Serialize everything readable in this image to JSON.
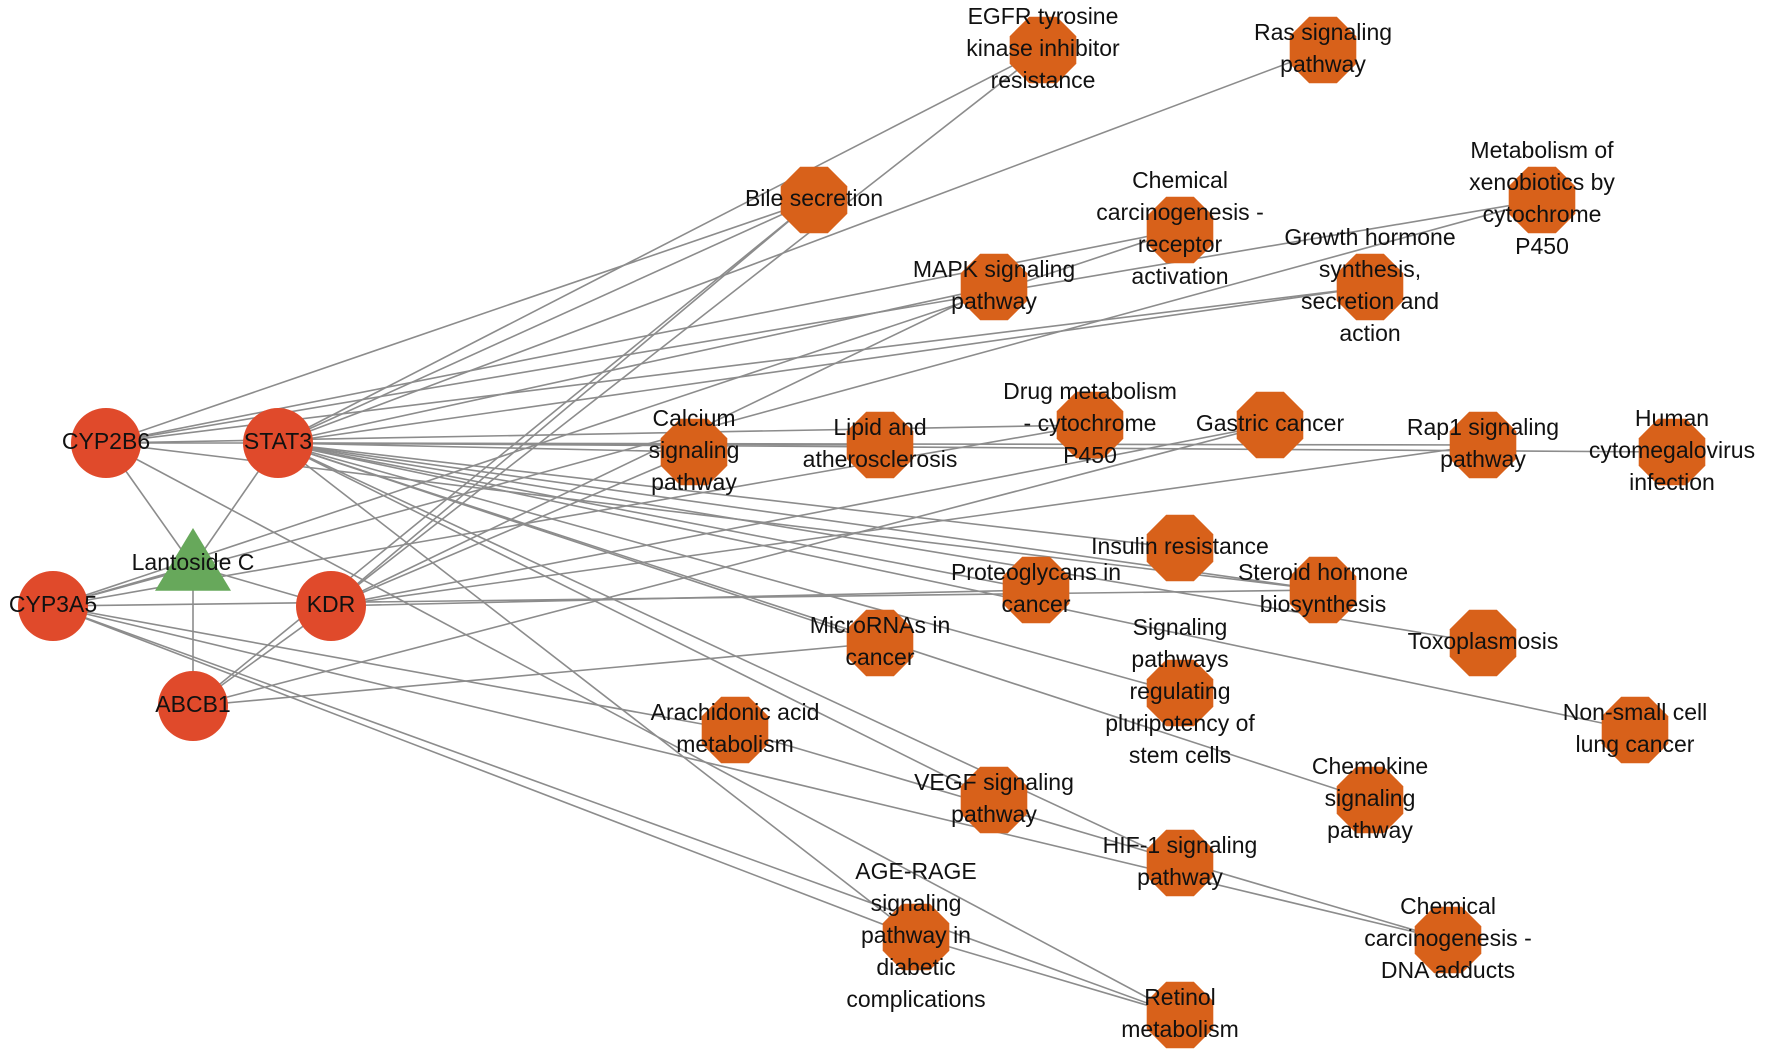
{
  "colors": {
    "target": "#e04a2b",
    "compound": "#67a85b",
    "pathway": "#d8611a",
    "edge": "#8c8c8c"
  },
  "nodes": [
    {
      "id": "cyp2b6",
      "kind": "target",
      "label": [
        "CYP2B6"
      ]
    },
    {
      "id": "stat3",
      "kind": "target",
      "label": [
        "STAT3"
      ]
    },
    {
      "id": "cyp3a5",
      "kind": "target",
      "label": [
        "CYP3A5"
      ]
    },
    {
      "id": "kdr",
      "kind": "target",
      "label": [
        "KDR"
      ]
    },
    {
      "id": "abcb1",
      "kind": "target",
      "label": [
        "ABCB1"
      ]
    },
    {
      "id": "lantoside",
      "kind": "compound",
      "label": [
        "Lantoside C"
      ]
    },
    {
      "id": "egfr",
      "kind": "pathway",
      "label": [
        "EGFR tyrosine",
        "kinase inhibitor",
        "resistance"
      ]
    },
    {
      "id": "ras",
      "kind": "pathway",
      "label": [
        "Ras signaling",
        "pathway"
      ]
    },
    {
      "id": "bile",
      "kind": "pathway",
      "label": [
        "Bile secretion"
      ]
    },
    {
      "id": "chemrec",
      "kind": "pathway",
      "label": [
        "Chemical",
        "carcinogenesis -",
        "receptor",
        "activation"
      ]
    },
    {
      "id": "xeno",
      "kind": "pathway",
      "label": [
        "Metabolism of",
        "xenobiotics by",
        "cytochrome",
        "P450"
      ]
    },
    {
      "id": "mapk",
      "kind": "pathway",
      "label": [
        "MAPK signaling",
        "pathway"
      ]
    },
    {
      "id": "growth",
      "kind": "pathway",
      "label": [
        "Growth hormone",
        "synthesis,",
        "secretion and",
        "action"
      ]
    },
    {
      "id": "drugmet",
      "kind": "pathway",
      "label": [
        "Drug metabolism",
        "- cytochrome",
        "P450"
      ]
    },
    {
      "id": "gastric",
      "kind": "pathway",
      "label": [
        "Gastric cancer"
      ]
    },
    {
      "id": "calcium",
      "kind": "pathway",
      "label": [
        "Calcium",
        "signaling",
        "pathway"
      ]
    },
    {
      "id": "lipid",
      "kind": "pathway",
      "label": [
        "Lipid and",
        "atherosclerosis"
      ]
    },
    {
      "id": "rap1",
      "kind": "pathway",
      "label": [
        "Rap1 signaling",
        "pathway"
      ]
    },
    {
      "id": "hcmv",
      "kind": "pathway",
      "label": [
        "Human",
        "cytomegalovirus",
        "infection"
      ]
    },
    {
      "id": "insulin",
      "kind": "pathway",
      "label": [
        "Insulin resistance"
      ]
    },
    {
      "id": "proteo",
      "kind": "pathway",
      "label": [
        "Proteoglycans in",
        "cancer"
      ]
    },
    {
      "id": "steroid",
      "kind": "pathway",
      "label": [
        "Steroid hormone",
        "biosynthesis"
      ]
    },
    {
      "id": "mirna",
      "kind": "pathway",
      "label": [
        "MicroRNAs in",
        "cancer"
      ]
    },
    {
      "id": "pluri",
      "kind": "pathway",
      "label": [
        "Signaling",
        "pathways",
        "regulating",
        "pluripotency of",
        "stem cells"
      ]
    },
    {
      "id": "toxo",
      "kind": "pathway",
      "label": [
        "Toxoplasmosis"
      ]
    },
    {
      "id": "arach",
      "kind": "pathway",
      "label": [
        "Arachidonic acid",
        "metabolism"
      ]
    },
    {
      "id": "nsclc",
      "kind": "pathway",
      "label": [
        "Non-small cell",
        "lung cancer"
      ]
    },
    {
      "id": "vegf",
      "kind": "pathway",
      "label": [
        "VEGF signaling",
        "pathway"
      ]
    },
    {
      "id": "chemokine",
      "kind": "pathway",
      "label": [
        "Chemokine",
        "signaling",
        "pathway"
      ]
    },
    {
      "id": "hif1",
      "kind": "pathway",
      "label": [
        "HIF-1 signaling",
        "pathway"
      ]
    },
    {
      "id": "agerage",
      "kind": "pathway",
      "label": [
        "AGE-RAGE",
        "signaling",
        "pathway in",
        "diabetic",
        "complications"
      ]
    },
    {
      "id": "chemdna",
      "kind": "pathway",
      "label": [
        "Chemical",
        "carcinogenesis -",
        "DNA adducts"
      ]
    },
    {
      "id": "retinol",
      "kind": "pathway",
      "label": [
        "Retinol",
        "metabolism"
      ]
    }
  ],
  "edges": [
    [
      "lantoside",
      "cyp2b6"
    ],
    [
      "lantoside",
      "stat3"
    ],
    [
      "lantoside",
      "cyp3a5"
    ],
    [
      "lantoside",
      "kdr"
    ],
    [
      "lantoside",
      "abcb1"
    ],
    [
      "cyp2b6",
      "stat3"
    ],
    [
      "stat3",
      "egfr"
    ],
    [
      "stat3",
      "ras"
    ],
    [
      "stat3",
      "mapk"
    ],
    [
      "stat3",
      "growth"
    ],
    [
      "stat3",
      "calcium"
    ],
    [
      "stat3",
      "lipid"
    ],
    [
      "stat3",
      "rap1"
    ],
    [
      "stat3",
      "insulin"
    ],
    [
      "stat3",
      "proteo"
    ],
    [
      "stat3",
      "mirna"
    ],
    [
      "stat3",
      "pluri"
    ],
    [
      "stat3",
      "toxo"
    ],
    [
      "stat3",
      "nsclc"
    ],
    [
      "stat3",
      "vegf"
    ],
    [
      "stat3",
      "chemokine"
    ],
    [
      "stat3",
      "hif1"
    ],
    [
      "stat3",
      "agerage"
    ],
    [
      "stat3",
      "bile"
    ],
    [
      "stat3",
      "hcmv"
    ],
    [
      "stat3",
      "steroid"
    ],
    [
      "kdr",
      "egfr"
    ],
    [
      "kdr",
      "bile"
    ],
    [
      "kdr",
      "mapk"
    ],
    [
      "kdr",
      "calcium"
    ],
    [
      "kdr",
      "proteo"
    ],
    [
      "kdr",
      "gastric"
    ],
    [
      "kdr",
      "rap1"
    ],
    [
      "cyp2b6",
      "bile"
    ],
    [
      "cyp2b6",
      "chemrec"
    ],
    [
      "cyp2b6",
      "xeno"
    ],
    [
      "cyp2b6",
      "drugmet"
    ],
    [
      "cyp2b6",
      "steroid"
    ],
    [
      "cyp2b6",
      "retinol"
    ],
    [
      "cyp2b6",
      "growth"
    ],
    [
      "cyp3a5",
      "xeno"
    ],
    [
      "cyp3a5",
      "drugmet"
    ],
    [
      "cyp3a5",
      "steroid"
    ],
    [
      "cyp3a5",
      "retinol"
    ],
    [
      "cyp3a5",
      "chemdna"
    ],
    [
      "cyp3a5",
      "agerage"
    ],
    [
      "cyp3a5",
      "chemrec"
    ],
    [
      "cyp3a5",
      "arach"
    ],
    [
      "abcb1",
      "kdr"
    ],
    [
      "abcb1",
      "bile"
    ],
    [
      "abcb1",
      "mirna"
    ],
    [
      "abcb1",
      "gastric"
    ],
    [
      "arach",
      "chemdna"
    ],
    [
      "agerage",
      "retinol"
    ]
  ]
}
